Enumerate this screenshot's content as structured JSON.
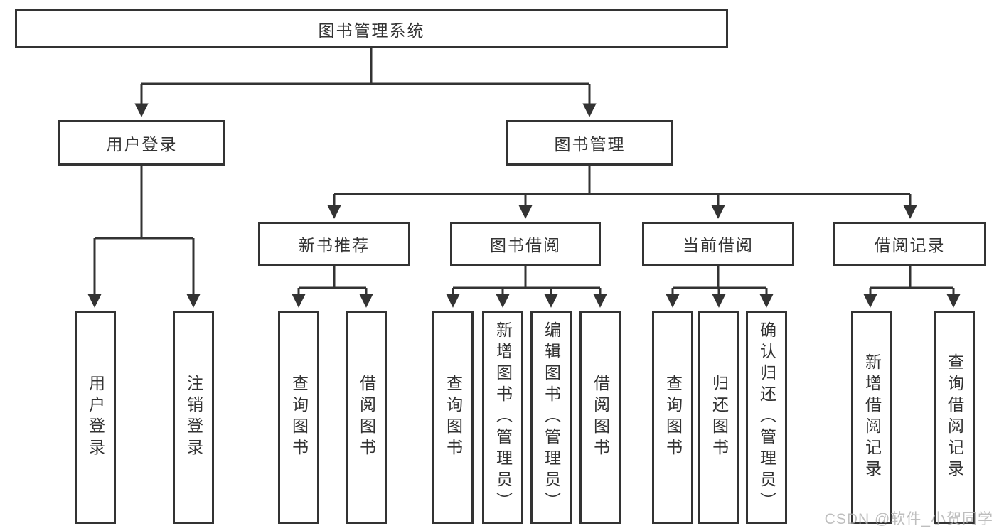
{
  "diagram": {
    "colors": {
      "line": "#333333",
      "border": "#333333",
      "text": "#333333",
      "background": "#ffffff",
      "watermark": "#aeaeae"
    },
    "tree": {
      "root": {
        "label": "图书管理系统"
      },
      "level2": [
        {
          "label": "用户登录",
          "children": [
            {
              "label": "用户登录"
            },
            {
              "label": "注销登录"
            }
          ]
        },
        {
          "label": "图书管理",
          "children": [
            {
              "label": "新书推荐",
              "children": [
                {
                  "label": "查询图书"
                },
                {
                  "label": "借阅图书"
                }
              ]
            },
            {
              "label": "图书借阅",
              "children": [
                {
                  "label": "查询图书"
                },
                {
                  "label": "新增图书（管理员）"
                },
                {
                  "label": "编辑图书（管理员）"
                },
                {
                  "label": "借阅图书"
                }
              ]
            },
            {
              "label": "当前借阅",
              "children": [
                {
                  "label": "查询图书"
                },
                {
                  "label": "归还图书"
                },
                {
                  "label": "确认归还（管理员）"
                }
              ]
            },
            {
              "label": "借阅记录",
              "children": [
                {
                  "label": "新增借阅记录"
                },
                {
                  "label": "查询借阅记录"
                }
              ]
            }
          ]
        }
      ]
    },
    "watermark": {
      "text": "CSDN @软件_小贺同学"
    }
  }
}
